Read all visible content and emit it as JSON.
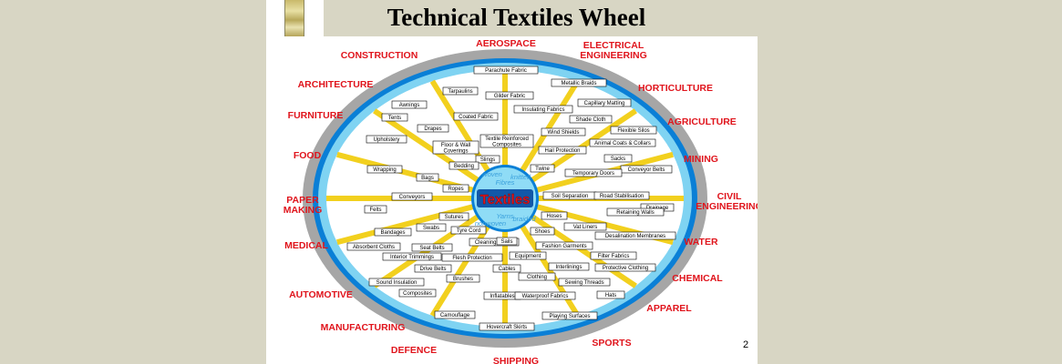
{
  "title": "Technical Textiles Wheel",
  "page_number": "2",
  "hub": {
    "label": "Textiles",
    "fibres": "Fibres",
    "yarns": "Yarns",
    "woven": "woven",
    "knitted": "knitted",
    "nonwoven": "nonwoven",
    "braided": "braided"
  },
  "industries": [
    "CONSTRUCTION",
    "AEROSPACE",
    "ELECTRICAL ENGINEERING",
    "ARCHITECTURE",
    "HORTICULTURE",
    "FURNITURE",
    "AGRICULTURE",
    "FOOD",
    "MINING",
    "PAPER MAKING",
    "CIVIL ENGINEERING",
    "MEDICAL",
    "WATER",
    "AUTOMOTIVE",
    "CHEMICAL",
    "APPAREL",
    "MANUFACTURING",
    "DEFENCE",
    "SPORTS",
    "SHIPPING"
  ],
  "products": [
    "Parachute Fabric",
    "Gilder Fabric",
    "Tarpaulins",
    "Metallic Braids",
    "Awnings",
    "Capillary Matting",
    "Insulating Fabrics",
    "Coated Fabric",
    "Tents",
    "Shade Cloth",
    "Drapes",
    "Wind Shields",
    "Flexible Silos",
    "Textile Reinforced Composites",
    "Upholstery",
    "Floor & Wall Coverings",
    "Hail Protection",
    "Animal Coats & Collars",
    "Slings",
    "Sacks",
    "Bedding",
    "Twine",
    "Conveyor Belts",
    "Wrapping",
    "Temporary Doors",
    "Bags",
    "Ropes",
    "Conveyors",
    "Soil Separation",
    "Road Stabilisation",
    "Drainage",
    "Felts",
    "Retaining Walls",
    "Sutures",
    "Hoses",
    "Swabs",
    "Vat Liners",
    "Bandages",
    "Tyre Cord",
    "Desalination Membranes",
    "Absorbent Cloths",
    "Seat Belts",
    "Cleaning Cloths",
    "Sails",
    "Shoes",
    "Fashion Garments",
    "Interior Trimmings",
    "Flesh Protection",
    "Equipment",
    "Filter Fabrics",
    "Drive Belts",
    "Cables",
    "Interlinings",
    "Protective Clothing",
    "Brushes",
    "Clothing",
    "Sound Insulation",
    "Sewing Threads",
    "Composites",
    "Inflatables",
    "Waterproof Fabrics",
    "Hats",
    "Camouflage",
    "Playing Surfaces",
    "Hovercraft Skirts"
  ]
}
